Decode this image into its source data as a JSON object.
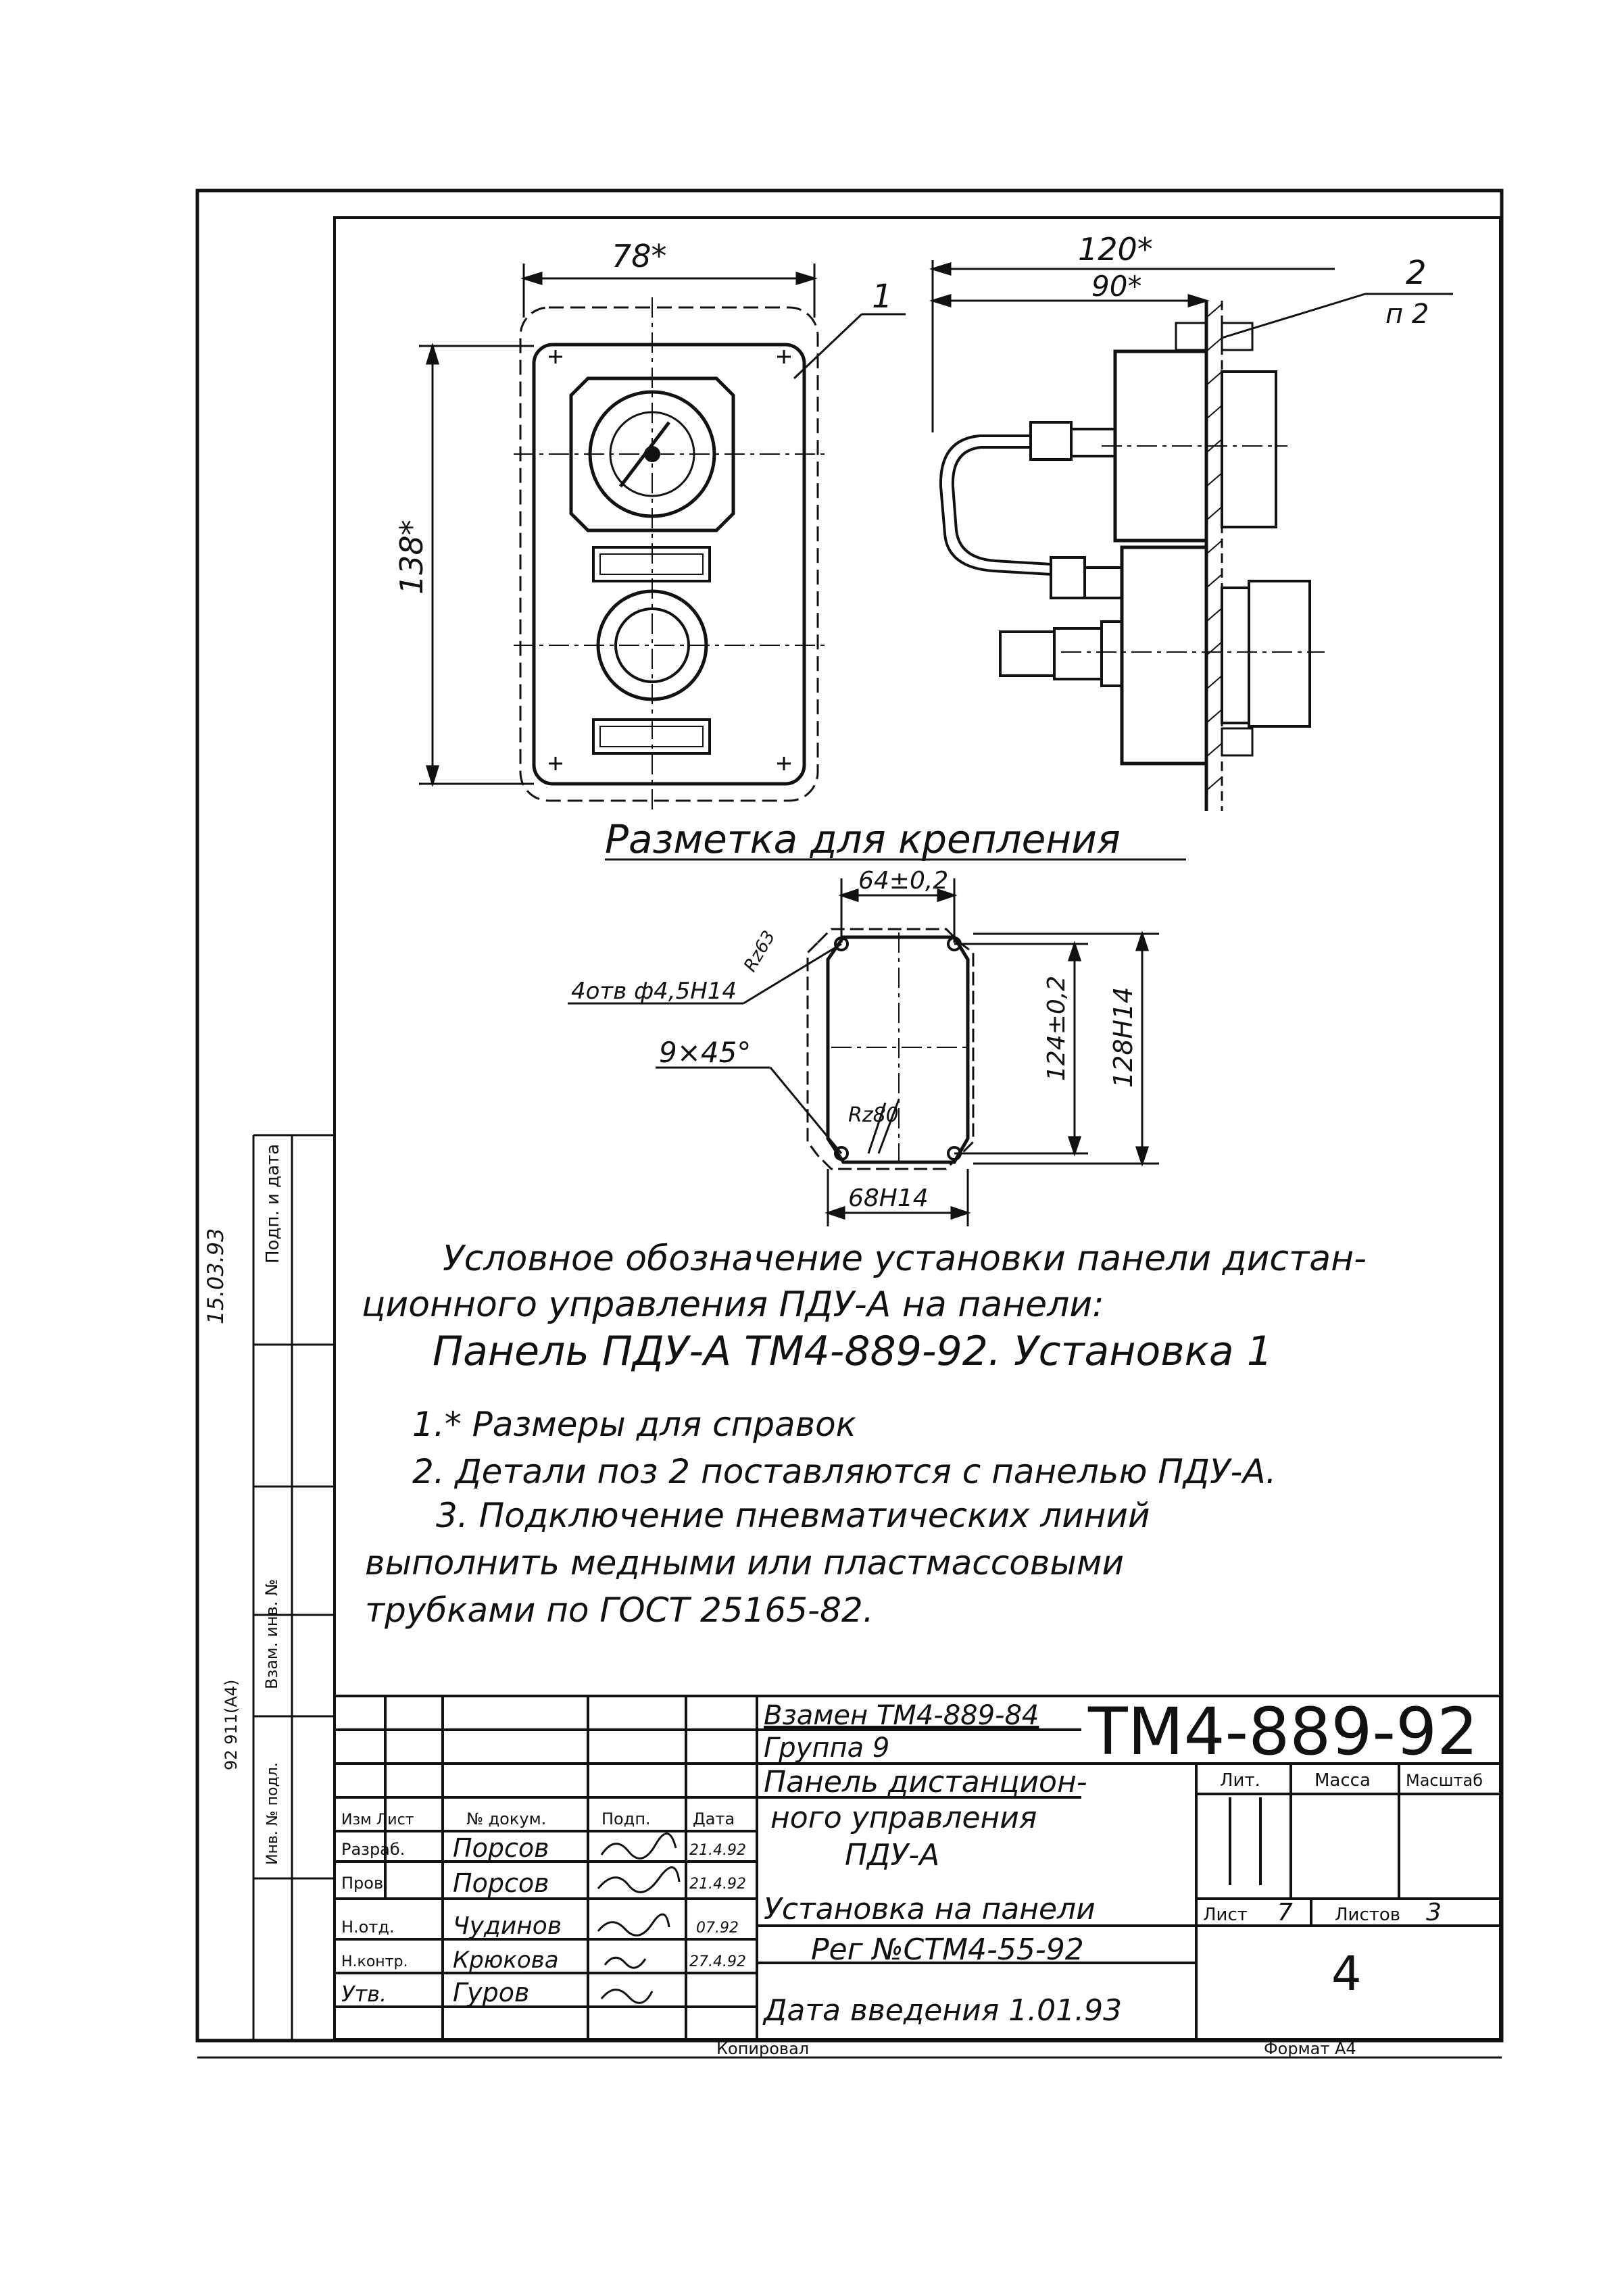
{
  "drawing": {
    "top_view_dims": {
      "width": "78*",
      "height": "138*",
      "ref1": "1"
    },
    "side_view_dims": {
      "overall": "120*",
      "depth": "90*",
      "ref2_top": "2",
      "ref2_bottom": "п 2"
    },
    "marking_title": "Разметка для крепления",
    "marking_dims": {
      "d1": "64±0,2",
      "d2": "124±0,2",
      "d3": "128Н14",
      "d4": "68Н14",
      "holes": "4отв ф4,5Н14",
      "chamfer": "9×45°",
      "rz1": "Rz63",
      "rz2": "Rz80"
    }
  },
  "caption": {
    "line1": "Условное обозначение установки панели дистан-",
    "line2": "ционного управления ПДУ-А на панели:",
    "line3": "Панель ПДУ-А ТМ4-889-92. Установка 1"
  },
  "notes": [
    "1.* Размеры для справок",
    "2. Детали поз 2 поставляются с панелью ПДУ-А.",
    "3. Подключение пневматических линий",
    "выполнить медными или пластмассовыми",
    "трубками по ГОСТ 25165-82."
  ],
  "title_block": {
    "replaces": "Взамен ТМ4-889-84",
    "group": "Группа 9",
    "doc_number": "ТМ4-889-92",
    "name_l1": "Панель дистанцион-",
    "name_l2": "ного управления",
    "name_l3": "ПДУ-А",
    "name_l4": "Установка на панели",
    "reg": "Рег №СТМ4-55-92",
    "intro_date": "Дата введения 1.01.93",
    "hdr_lit": "Лит.",
    "hdr_mass": "Масса",
    "hdr_scale": "Масштаб",
    "sheet_label": "Лист",
    "sheet_value": "7",
    "sheets_label": "Листов",
    "sheets_value": "3",
    "org_mark": "4",
    "col_izm": "Изм Лист",
    "col_doc": "№ докум.",
    "col_sign": "Подп.",
    "col_date": "Дата",
    "rows": [
      {
        "role": "Разраб.",
        "name": "Порсов",
        "date": "21.4.92"
      },
      {
        "role": "Пров.",
        "name": "Порсов",
        "date": "21.4.92"
      },
      {
        "role": "Н.отд.",
        "name": "Чудинов",
        "date": "07.92"
      },
      {
        "role": "Н.контр.",
        "name": "Крюкова",
        "date": "27.4.92"
      },
      {
        "role": "Утв.",
        "name": "Гуров",
        "date": ""
      }
    ],
    "copied": "Копировал",
    "format": "Формат А4"
  },
  "side_stamps": {
    "s1": "Подп. и дата",
    "s2": "Инв. № подл.",
    "s3": "Взам. инв. №",
    "s4": "92 911(А4)",
    "date": "15.03.93"
  }
}
